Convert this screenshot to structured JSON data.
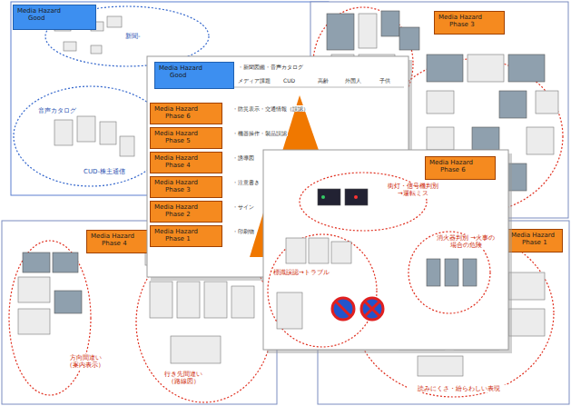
{
  "diagram": {
    "nodes": [
      {
        "text": [
          "Media Hazard",
          "Good"
        ]
      },
      {
        "text": [
          "Media Hazard",
          "Phase 3"
        ]
      },
      {
        "text": [
          "Media Hazard",
          "Good"
        ]
      },
      {
        "text": [
          "Media Hazard",
          "Phase 6"
        ]
      },
      {
        "text": [
          "Media Hazard",
          "Phase 5"
        ]
      },
      {
        "text": [
          "Media Hazard",
          "Phase 4"
        ]
      },
      {
        "text": [
          "Media Hazard",
          "Phase 3"
        ]
      },
      {
        "text": [
          "Media Hazard",
          "Phase 2"
        ]
      },
      {
        "text": [
          "Media Hazard",
          "Phase 1"
        ]
      },
      {
        "text": [
          "Media Hazard",
          "Phase 4"
        ]
      },
      {
        "text": [
          "Media Hazard",
          "Phase 6"
        ]
      },
      {
        "text": [
          "Media Hazard",
          "Phase 1"
        ]
      }
    ],
    "labels": [
      "新聞-",
      "音声カタログ",
      "CUD-株主通信",
      "・新聞図鑑・音声カタログ",
      "メディア課題",
      "CUD",
      "高齢",
      "外国人",
      "子供",
      "・防災表示・交通情報（誤認）",
      "・機器操作・製品誤認",
      "・誘導図",
      "・注意書き",
      "・サイン",
      "・印刷物",
      "方向間違い（案内表示）",
      "行き先間違い（路線図）",
      "街灯・信号機判別 →運転ミス",
      "標識誤認→トラブル",
      "消火器判別 →火事の場合の危険",
      "読みにくさ・紛らわしい表現"
    ]
  }
}
